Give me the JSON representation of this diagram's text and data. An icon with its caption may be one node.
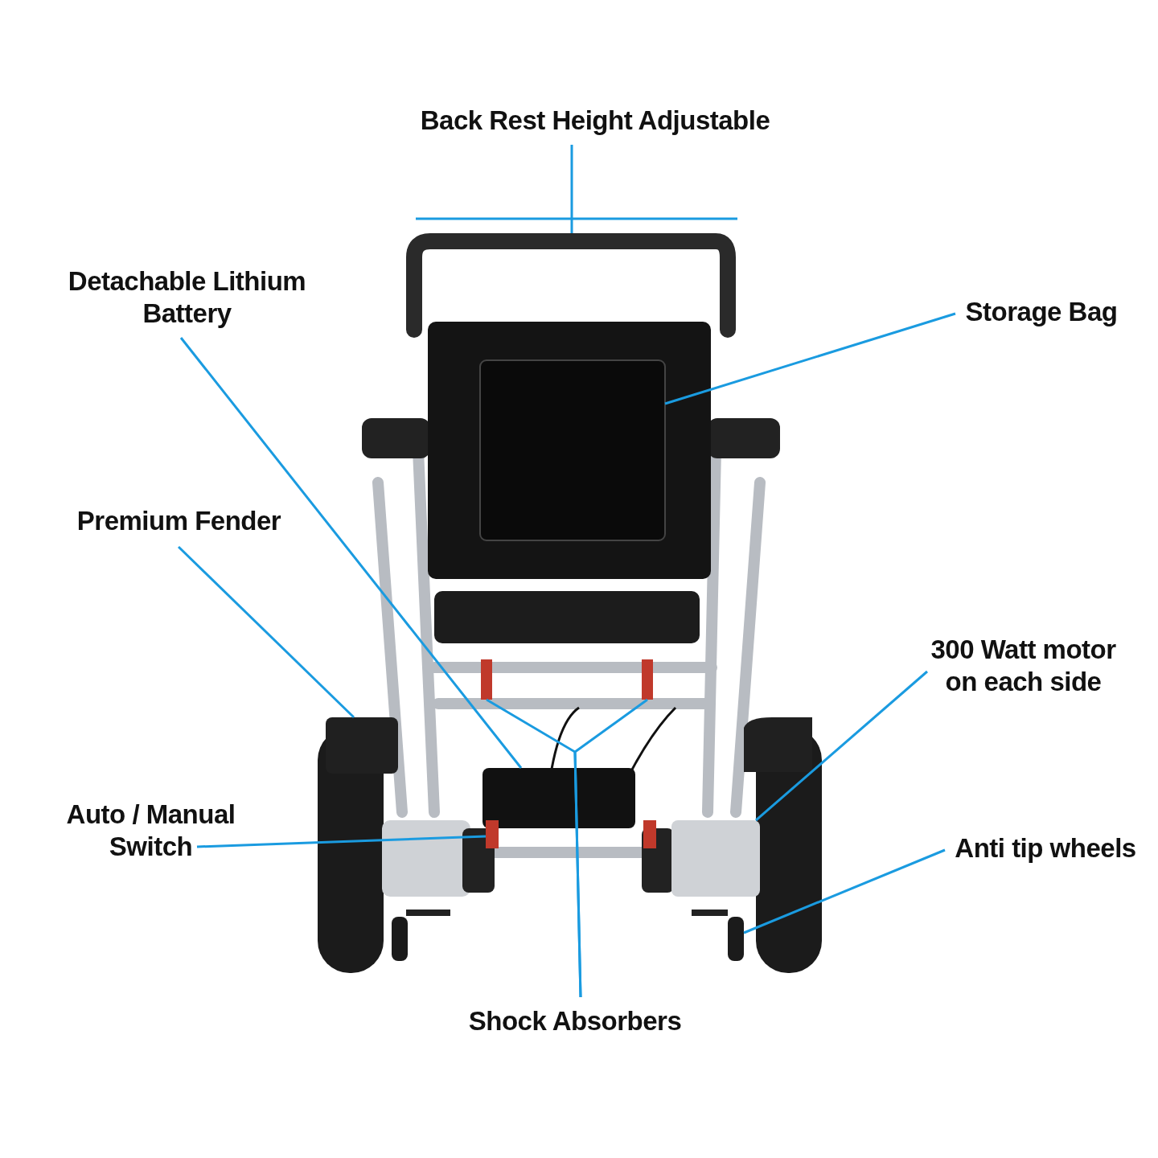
{
  "diagram": {
    "nodes": [
      {
        "text": [
          "Back Rest Height Adjustable"
        ]
      },
      {
        "text": [],
        "shape": "picture"
      },
      {
        "text": [
          "Detachable Lithium Battery"
        ]
      },
      {
        "text": [],
        "shape": "box"
      },
      {
        "text": [
          "Storage Bag"
        ]
      },
      {
        "text": [],
        "shape": "box"
      },
      {
        "text": [
          "Premium Fender"
        ]
      },
      {
        "text": [],
        "shape": "box"
      },
      {
        "text": [
          "300 Watt motor on each side"
        ]
      },
      {
        "text": [],
        "shape": "box"
      },
      {
        "text": [
          "Auto / Manual Switch"
        ]
      },
      {
        "text": [],
        "shape": "bar"
      },
      {
        "text": [
          "Anti tip wheels"
        ]
      },
      {
        "text": [],
        "shape": "box"
      },
      {
        "text": [
          "Shock Absorbers"
        ]
      },
      {
        "text": [],
        "shape": "bar"
      },
      {
        "text": [],
        "shape": "bar"
      }
    ],
    "edges": [
      {
        "from": 0,
        "to": 1,
        "arrow": "none"
      },
      {
        "from": 2,
        "to": 3,
        "arrow": "none"
      },
      {
        "from": 4,
        "to": 5,
        "arrow": "none"
      },
      {
        "from": 6,
        "to": 7,
        "arrow": "none"
      },
      {
        "from": 8,
        "to": 9,
        "arrow": "none"
      },
      {
        "from": 10,
        "to": 11,
        "arrow": "none"
      },
      {
        "from": 12,
        "to": 13,
        "arrow": "none"
      },
      {
        "from": 14,
        "to": 15,
        "arrow": "none"
      },
      {
        "from": 14,
        "to": 16,
        "arrow": "none"
      }
    ]
  }
}
